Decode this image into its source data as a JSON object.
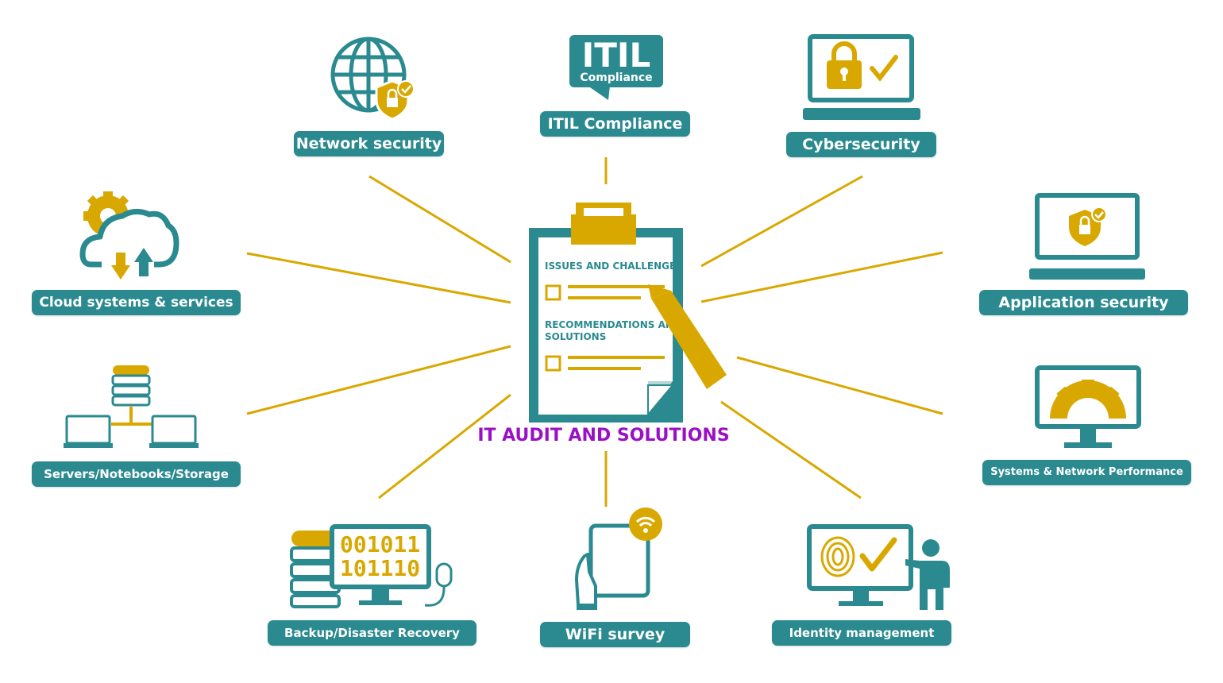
{
  "center": {
    "title": "IT AUDIT AND SOLUTIONS",
    "clipboard_heading_1": "ISSUES AND CHALLENGES",
    "clipboard_heading_2_line1": "RECOMMENDATIONS AND",
    "clipboard_heading_2_line2": "SOLUTIONS"
  },
  "icons": {
    "itil_big": "ITIL",
    "itil_small": "Compliance",
    "binary_line1": "001011",
    "binary_line2": "101110"
  },
  "nodes": {
    "network_security": "Network security",
    "itil_compliance": "ITIL Compliance",
    "cybersecurity": "Cybersecurity",
    "cloud_systems": "Cloud systems & services",
    "application_security": "Application security",
    "servers_storage": "Servers/Notebooks/Storage",
    "systems_network_performance": "Systems & Network Performance",
    "backup_recovery": "Backup/Disaster Recovery",
    "wifi_survey": "WiFi survey",
    "identity_management": "Identity management"
  },
  "colors": {
    "teal": "#2a8a8f",
    "gold": "#d9a800",
    "purple": "#9b10c4",
    "white": "#ffffff"
  }
}
